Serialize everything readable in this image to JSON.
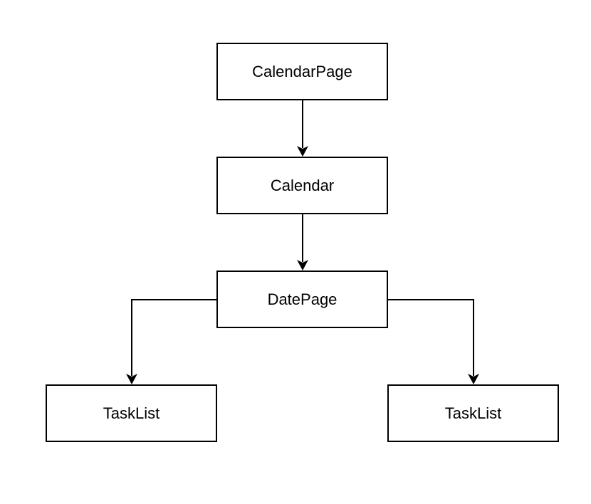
{
  "nodes": {
    "calendar_page": "CalendarPage",
    "calendar": "Calendar",
    "date_page": "DatePage",
    "task_list_left": "TaskList",
    "task_list_right": "TaskList"
  },
  "edges": [
    {
      "from": "CalendarPage",
      "to": "Calendar"
    },
    {
      "from": "Calendar",
      "to": "DatePage"
    },
    {
      "from": "DatePage",
      "to": "TaskList"
    },
    {
      "from": "DatePage",
      "to": "TaskList"
    }
  ]
}
